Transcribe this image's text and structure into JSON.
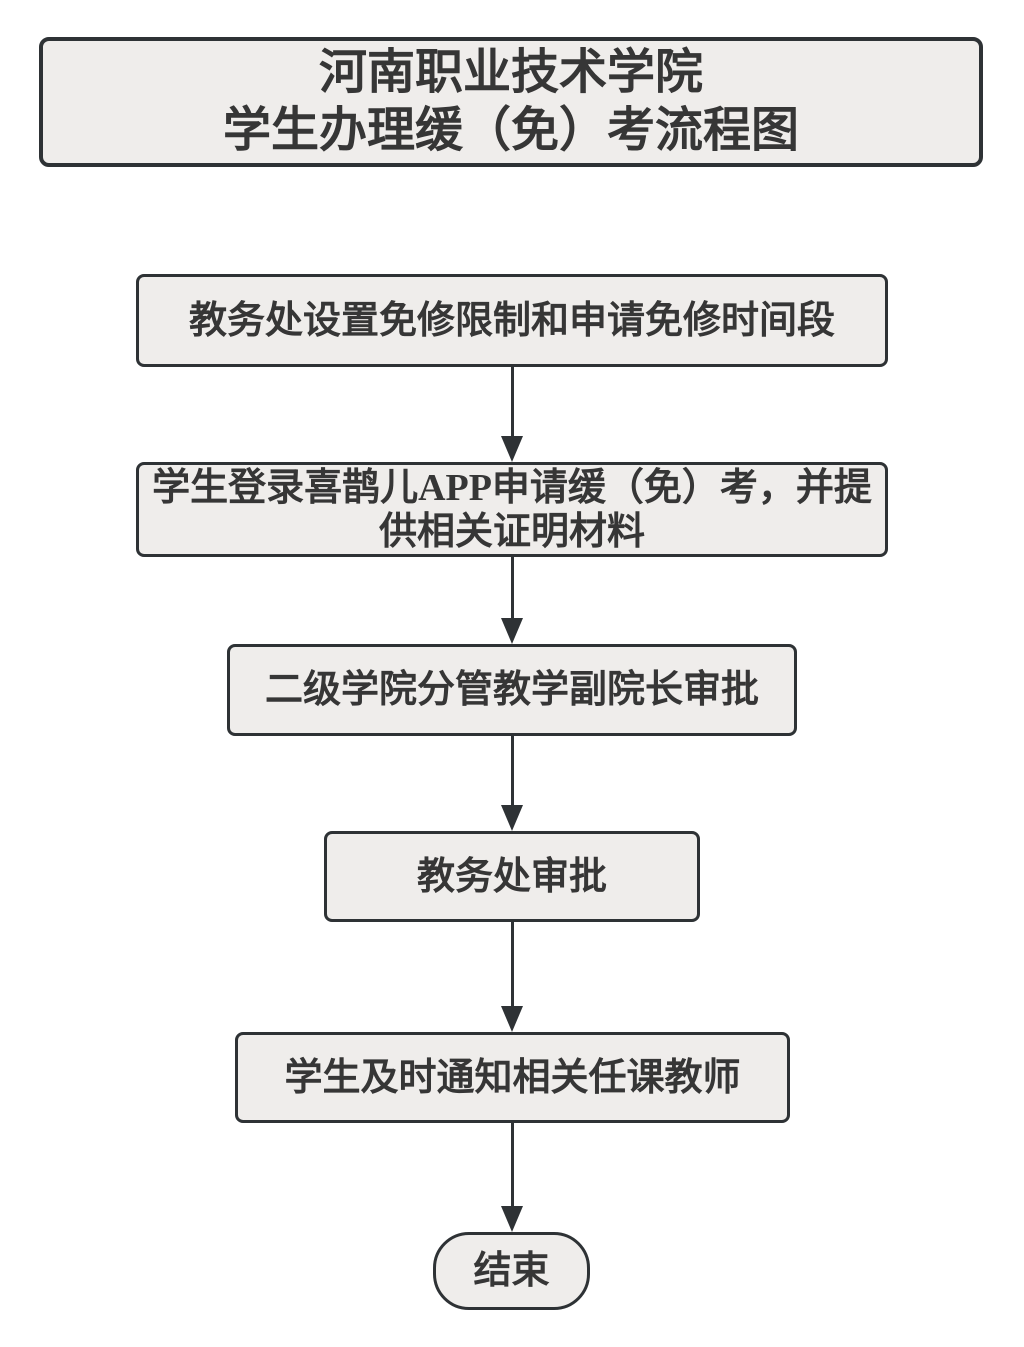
{
  "colors": {
    "background": "#ffffff",
    "node_fill": "#efedeb",
    "node_border": "#2e3235",
    "text": "#363636",
    "arrow": "#2e3235"
  },
  "title": {
    "line1": "河南职业技术学院",
    "line2": "学生办理缓（免）考流程图"
  },
  "steps": [
    {
      "label": "教务处设置免修限制和申请免修时间段"
    },
    {
      "label": "学生登录喜鹊儿APP申请缓（免）考，并提供相关证明材料",
      "line1": "学生登录喜鹊儿APP申请缓（免）考，并提",
      "line2": "供相关证明材料"
    },
    {
      "label": "二级学院分管教学副院长审批"
    },
    {
      "label": "教务处审批"
    },
    {
      "label": "学生及时通知相关任课教师"
    }
  ],
  "terminator": {
    "label": "结束"
  }
}
